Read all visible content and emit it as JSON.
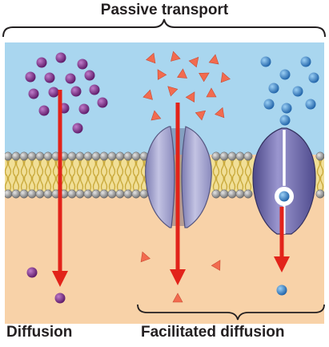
{
  "title": "Passive transport",
  "labels": {
    "diffusion": "Diffusion",
    "facilitated": "Facilitated diffusion"
  },
  "colors": {
    "extracellular": "#a9d6ef",
    "cytoplasm": "#f8d2a8",
    "phospholipid_head": "#8d8d8d",
    "lipid_tail": "#dcc35a",
    "purple_solute": "#7a2a86",
    "red_solute": "#f26b4f",
    "blue_solute": "#2f7fc8",
    "channel_protein": "#9b9bc9",
    "carrier_protein": "#6a66a6",
    "arrow": "#e2231a"
  }
}
